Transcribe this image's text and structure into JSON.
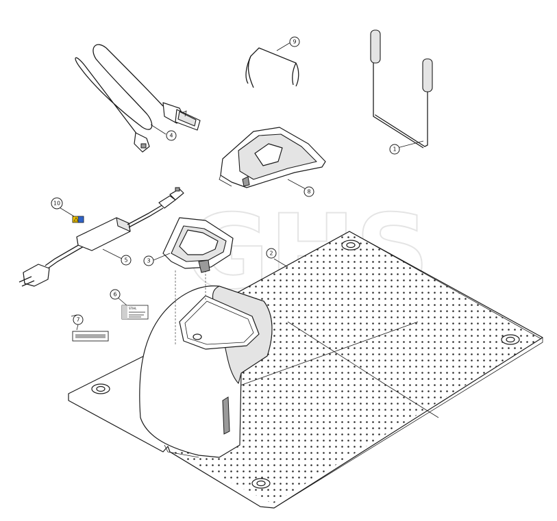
{
  "diagram": {
    "type": "exploded-parts-diagram",
    "watermark": "GHS",
    "callouts": [
      "1",
      "2",
      "3",
      "4",
      "5",
      "6",
      "7",
      "8",
      "9",
      "10"
    ],
    "label_6_text": "STIHL",
    "colors": {
      "line": "#1a1a1a",
      "shade": "#e4e4e4",
      "label_blue": "#2f63c8",
      "label_yellow": "#f2c400"
    }
  }
}
